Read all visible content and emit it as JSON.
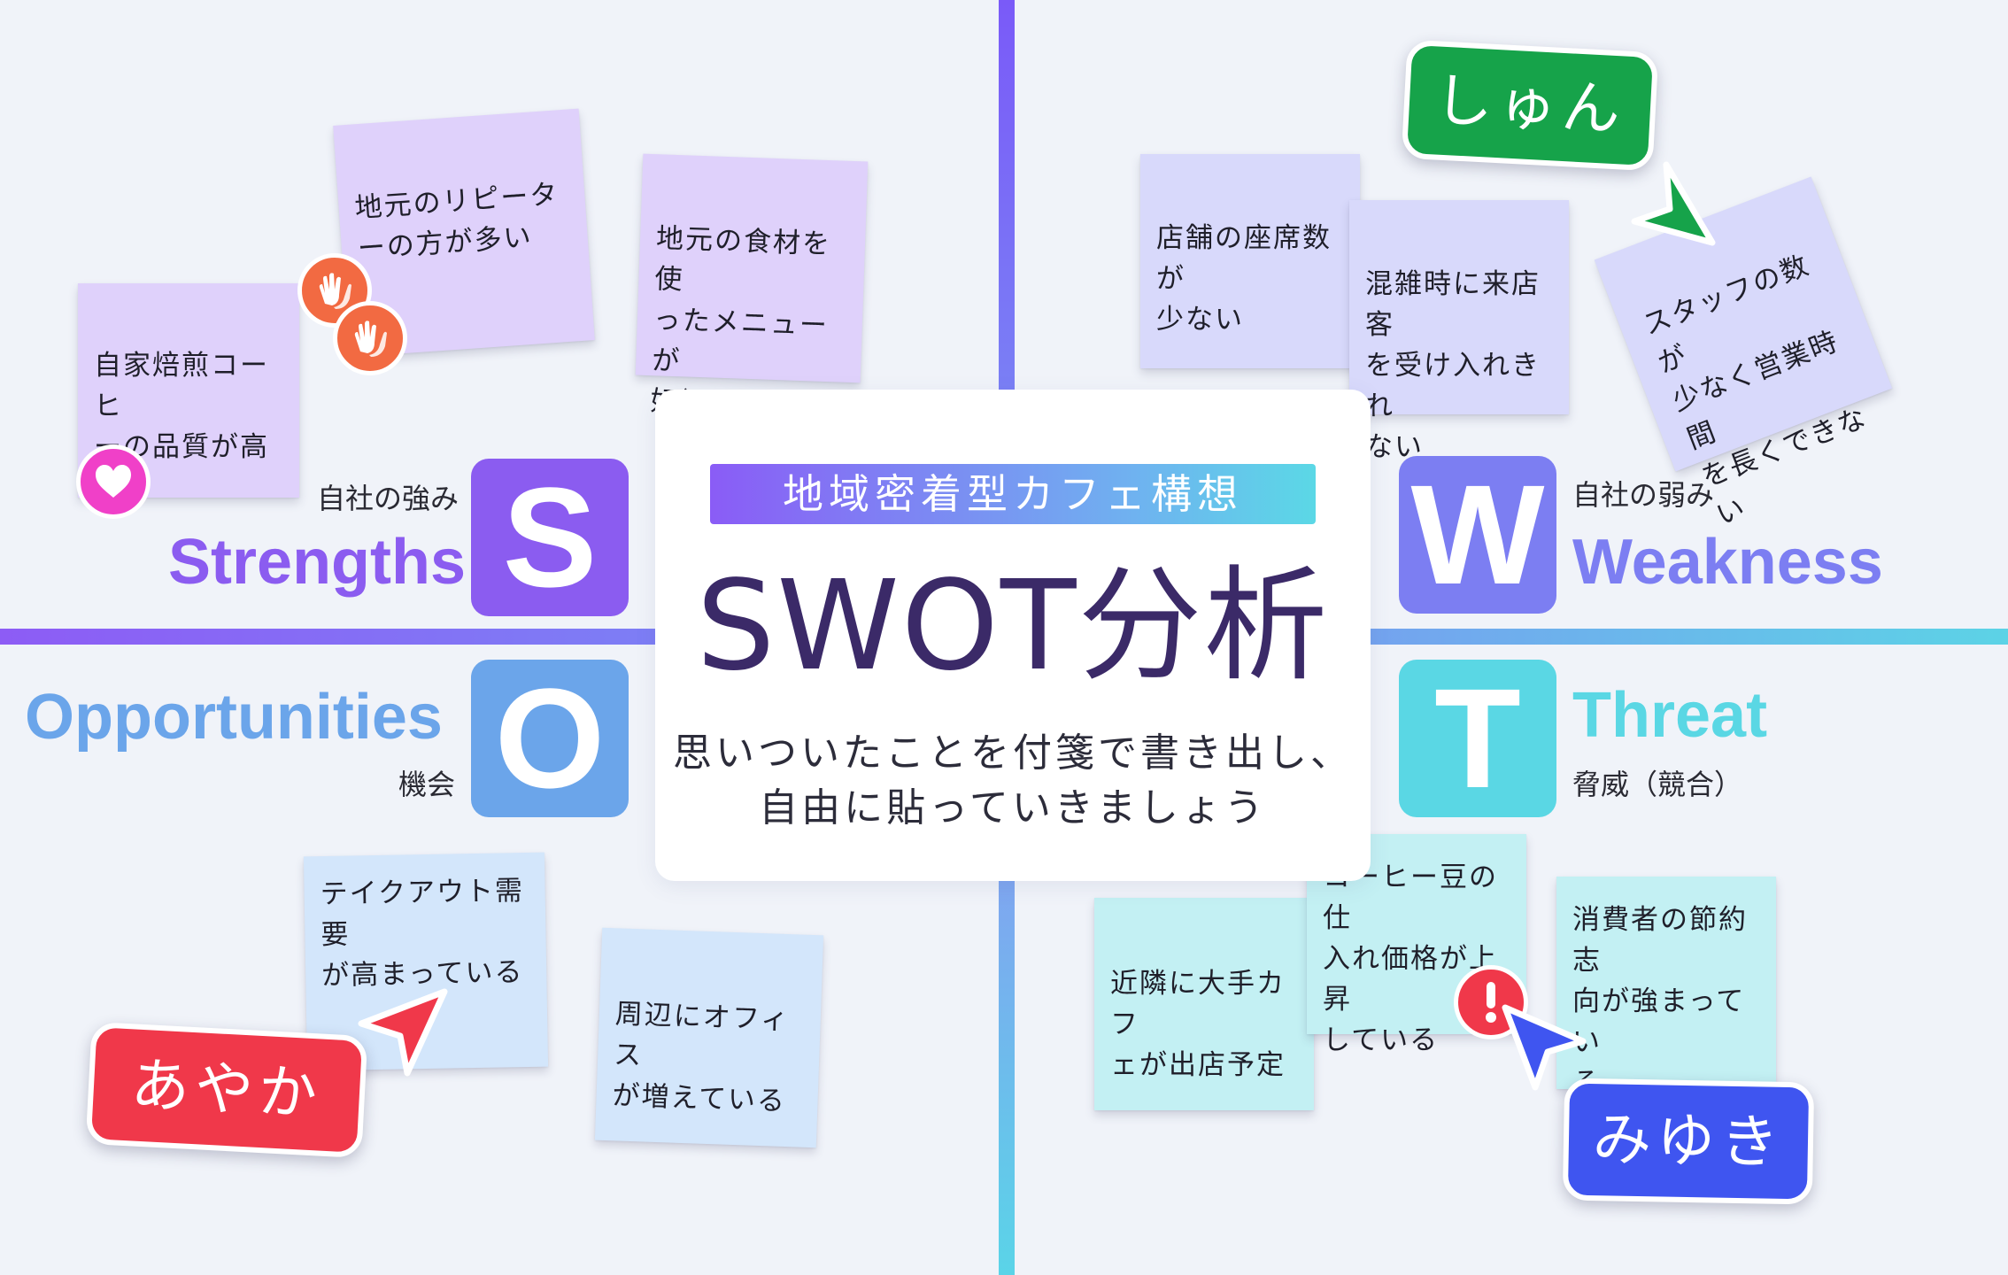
{
  "center": {
    "banner": "地域密着型カフェ構想",
    "title": "SWOT分析",
    "subtitle_line1": "思いついたことを付箋で書き出し、",
    "subtitle_line2": "自由に貼っていきましょう"
  },
  "quadrants": {
    "s": {
      "letter": "S",
      "english": "Strengths",
      "japanese": "自社の強み",
      "color": "#8b5cf0"
    },
    "w": {
      "letter": "W",
      "english": "Weakness",
      "japanese": "自社の弱み",
      "color": "#7c7ef2"
    },
    "o": {
      "letter": "O",
      "english": "Opportunities",
      "japanese": "機会",
      "color": "#6ba5ea"
    },
    "t": {
      "letter": "T",
      "english": "Threat",
      "japanese": "脅威（競合）",
      "color": "#5ad7e4"
    }
  },
  "notes": {
    "s1": {
      "line1": "地元のリピータ",
      "line2": "ーの方が多い"
    },
    "s2": {
      "line1": "地元の食材を使",
      "line2": "ったメニューが",
      "line3": "好評"
    },
    "s3": {
      "line1": "自家焙煎コーヒ",
      "line2": "ーの品質が高い"
    },
    "w1": {
      "line1": "店舗の座席数が",
      "line2": "少ない"
    },
    "w2": {
      "line1": "混雑時に来店客",
      "line2": "を受け入れきれ",
      "line3": "ない"
    },
    "w3": {
      "line1": "スタッフの数が",
      "line2": "少なく営業時間",
      "line3": "を長くできない"
    },
    "o1": {
      "line1": "テイクアウト需要",
      "line2": "が高まっている"
    },
    "o2": {
      "line1": "周辺にオフィス",
      "line2": "が増えている"
    },
    "t1": {
      "line1": "近隣に大手カフ",
      "line2": "ェが出店予定"
    },
    "t2": {
      "line1": "コーヒー豆の仕",
      "line2": "入れ価格が上昇",
      "line3": "している"
    },
    "t3": {
      "line1": "消費者の節約志",
      "line2": "向が強まってい",
      "line3": "る"
    }
  },
  "users": {
    "shun": {
      "name": "しゅん",
      "color": "#16a34a"
    },
    "ayaka": {
      "name": "あやか",
      "color": "#f0384a"
    },
    "miyuki": {
      "name": "みゆき",
      "color": "#3f55f0"
    }
  },
  "reactions": {
    "clap": "clap-icon",
    "heart": "heart-icon",
    "alert": "exclamation-icon"
  }
}
